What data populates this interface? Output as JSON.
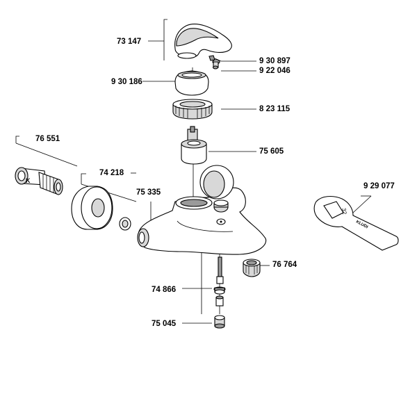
{
  "labels": {
    "p73147": "73 147",
    "p930897": "9 30 897",
    "p922046": "9 22 046",
    "p930186": "9 30 186",
    "p823115": "8 23 115",
    "p76551": "76 551",
    "p75605": "75 605",
    "p74218": "74 218",
    "p75335": "75 335",
    "p929077": "9 29 077",
    "p76764": "76 764",
    "p74866": "74 866",
    "p75045": "75 045"
  },
  "key_marks": {
    "brand": "KLUDI",
    "size": "32"
  },
  "part_marks": {
    "fitting_letter": "K"
  }
}
